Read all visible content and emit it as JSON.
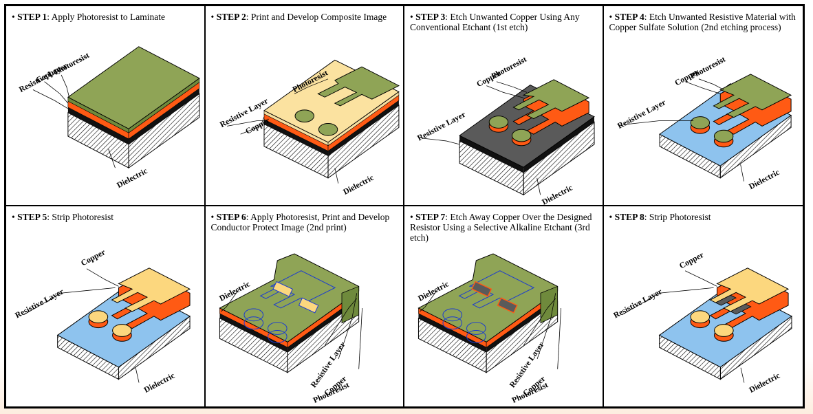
{
  "panels": [
    {
      "step": "STEP 1",
      "caption": "Apply Photoresist to Laminate",
      "labels": [
        "Resistive Layer",
        "Copper",
        "Photoresist",
        "Dielectric"
      ]
    },
    {
      "step": "STEP 2",
      "caption": "Print and Develop Composite Image",
      "labels": [
        "Photoresist",
        "Resistive Layer",
        "Copper",
        "Dielectric"
      ]
    },
    {
      "step": "STEP 3",
      "caption": "Etch Unwanted Copper Using Any Conventional Etchant (1st etch)",
      "labels": [
        "Copper",
        "Photoresist",
        "Resistive Layer",
        "Dielectric"
      ]
    },
    {
      "step": "STEP 4",
      "caption": "Etch Unwanted Resistive Material with Copper Sulfate Solution (2nd etching process)",
      "labels": [
        "Copper",
        "Photoresist",
        "Resistive Layer",
        "Dielectric"
      ]
    },
    {
      "step": "STEP 5",
      "caption": "Strip Photoresist",
      "labels": [
        "Copper",
        "Resistive Layer",
        "Dielectric"
      ]
    },
    {
      "step": "STEP 6",
      "caption": "Apply Photoresist, Print and Develop Conductor Protect Image (2nd print)",
      "labels": [
        "Dielectric",
        "Resistive Layer",
        "Copper",
        "Photoresist"
      ]
    },
    {
      "step": "STEP 7",
      "caption": "Etch Away Copper Over the Designed Resistor Using a Selective Alkaline Etchant (3rd etch)",
      "labels": [
        "Dielectric",
        "Resistive Layer",
        "Copper",
        "Photoresist"
      ]
    },
    {
      "step": "STEP 8",
      "caption": "Strip Photoresist",
      "labels": [
        "Copper",
        "Resistive Layer",
        "Dielectric"
      ]
    }
  ],
  "colors": {
    "photoresist": "#8fa456",
    "photoresist_side": "#6f8a3c",
    "copper": "#ff5a14",
    "resistive": "#111111",
    "dielectric": "#ffffff",
    "exposed_resistive": "#5a5a5a",
    "exposed_dielectric": "#8ec3ee",
    "bare_copper_top": "#fcd77e",
    "background_glow": "#fdeee0"
  }
}
